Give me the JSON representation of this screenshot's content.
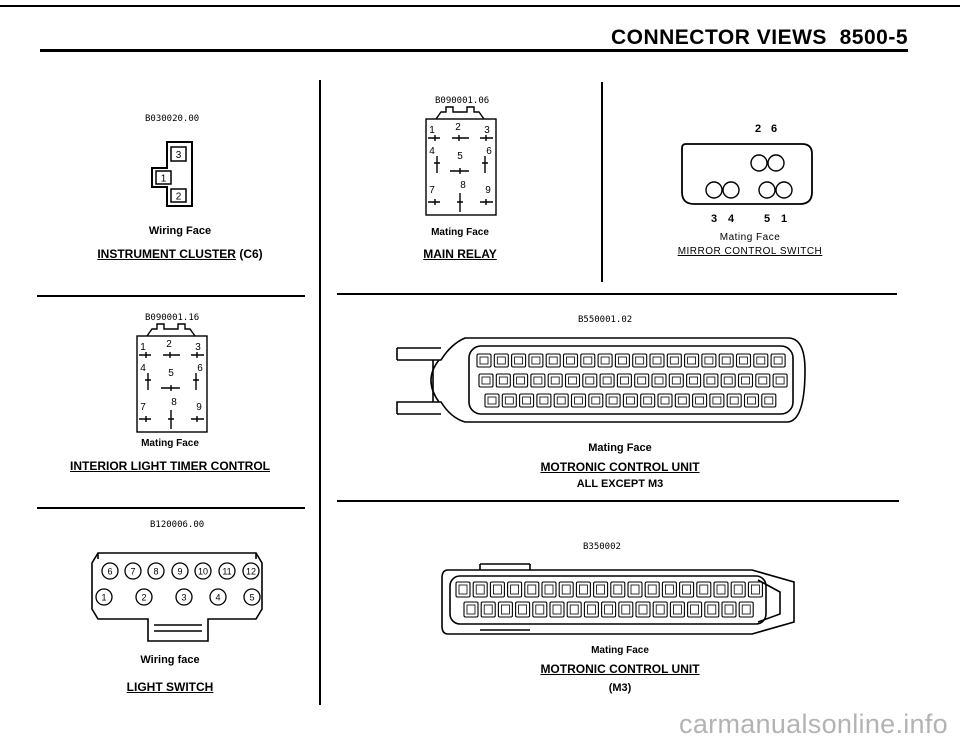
{
  "header": {
    "title": "CONNECTOR VIEWS",
    "page": "8500-5"
  },
  "instrument_cluster": {
    "code": "B030020.00",
    "face": "Wiring Face",
    "title": "INSTRUMENT CLUSTER",
    "suffix": "(C6)",
    "pins": [
      "3",
      "1",
      "2"
    ]
  },
  "main_relay": {
    "code": "B090001.06",
    "face": "Mating Face",
    "title": "MAIN RELAY",
    "pins": [
      "1",
      "2",
      "3",
      "4",
      "5",
      "6",
      "7",
      "8",
      "9"
    ]
  },
  "mirror_switch": {
    "code": "",
    "face": "Mating Face",
    "title": "MIRROR CONTROL SWITCH",
    "top_pins": [
      "2",
      "6"
    ],
    "bottom_pins": [
      "3",
      "4",
      "5",
      "1"
    ]
  },
  "interior_light": {
    "code": "B090001.16",
    "face": "Mating Face",
    "title": "INTERIOR LIGHT TIMER CONTROL",
    "pins": [
      "1",
      "2",
      "3",
      "4",
      "5",
      "6",
      "7",
      "8",
      "9"
    ]
  },
  "motronic_all": {
    "code": "B550001.02",
    "face": "Mating Face",
    "title": "MOTRONIC CONTROL UNIT",
    "subtitle": "ALL EXCEPT M3"
  },
  "light_switch": {
    "code": "B120006.00",
    "face": "Wiring face",
    "title": "LIGHT SWITCH",
    "top_pins": [
      "6",
      "7",
      "8",
      "9",
      "10",
      "11",
      "12"
    ],
    "bottom_pins": [
      "1",
      "2",
      "3",
      "4",
      "5"
    ]
  },
  "motronic_m3": {
    "code": "B350002",
    "face": "Mating Face",
    "title": "MOTRONIC CONTROL UNIT",
    "subtitle": "(M3)"
  },
  "watermark": "carmanualsonline.info"
}
